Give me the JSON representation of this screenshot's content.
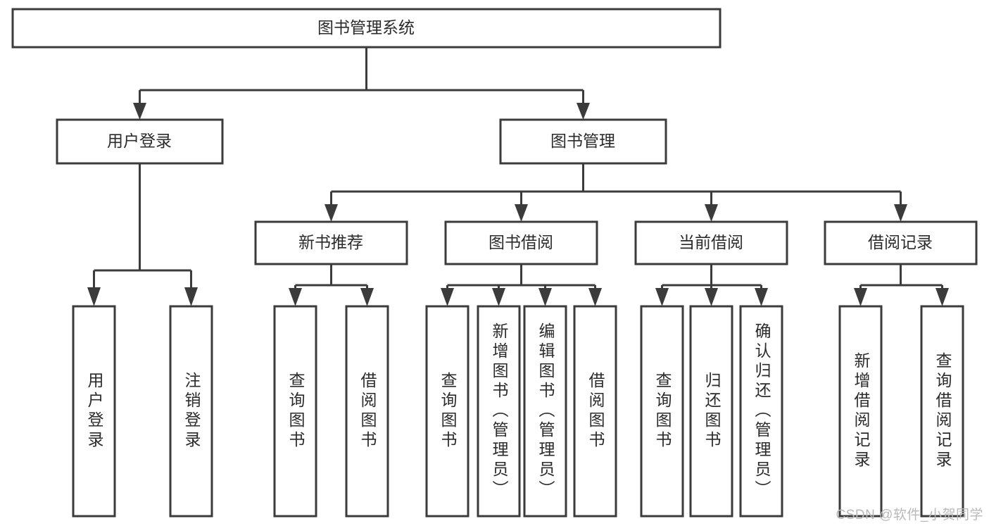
{
  "diagram": {
    "title": "图书管理系统",
    "type": "tree-hierarchy-diagram",
    "colors": {
      "box_stroke": "#3b3b3b",
      "box_fill": "#ffffff",
      "text": "#2b2b2b",
      "background": "#ffffff",
      "watermark": "#b9b9b9"
    },
    "root": {
      "label": "图书管理系统"
    },
    "level2": [
      {
        "label": "用户登录"
      },
      {
        "label": "图书管理"
      }
    ],
    "level3": [
      {
        "label": "新书推荐"
      },
      {
        "label": "图书借阅"
      },
      {
        "label": "当前借阅"
      },
      {
        "label": "借阅记录"
      }
    ],
    "leaves": {
      "user_login": [
        {
          "label": "用户登录"
        },
        {
          "label": "注销登录"
        }
      ],
      "new_book_recommend": [
        {
          "label": "查询图书"
        },
        {
          "label": "借阅图书"
        }
      ],
      "book_borrow": [
        {
          "label": "查询图书"
        },
        {
          "label": "新增图书（管理员）"
        },
        {
          "label": "编辑图书（管理员）"
        },
        {
          "label": "借阅图书"
        }
      ],
      "current_borrow": [
        {
          "label": "查询图书"
        },
        {
          "label": "归还图书"
        },
        {
          "label": "确认归还（管理员）"
        }
      ],
      "borrow_record": [
        {
          "label": "新增借阅记录"
        },
        {
          "label": "查询借阅记录"
        }
      ]
    }
  },
  "watermark": {
    "text": "CSDN @软件_小贺同学"
  }
}
